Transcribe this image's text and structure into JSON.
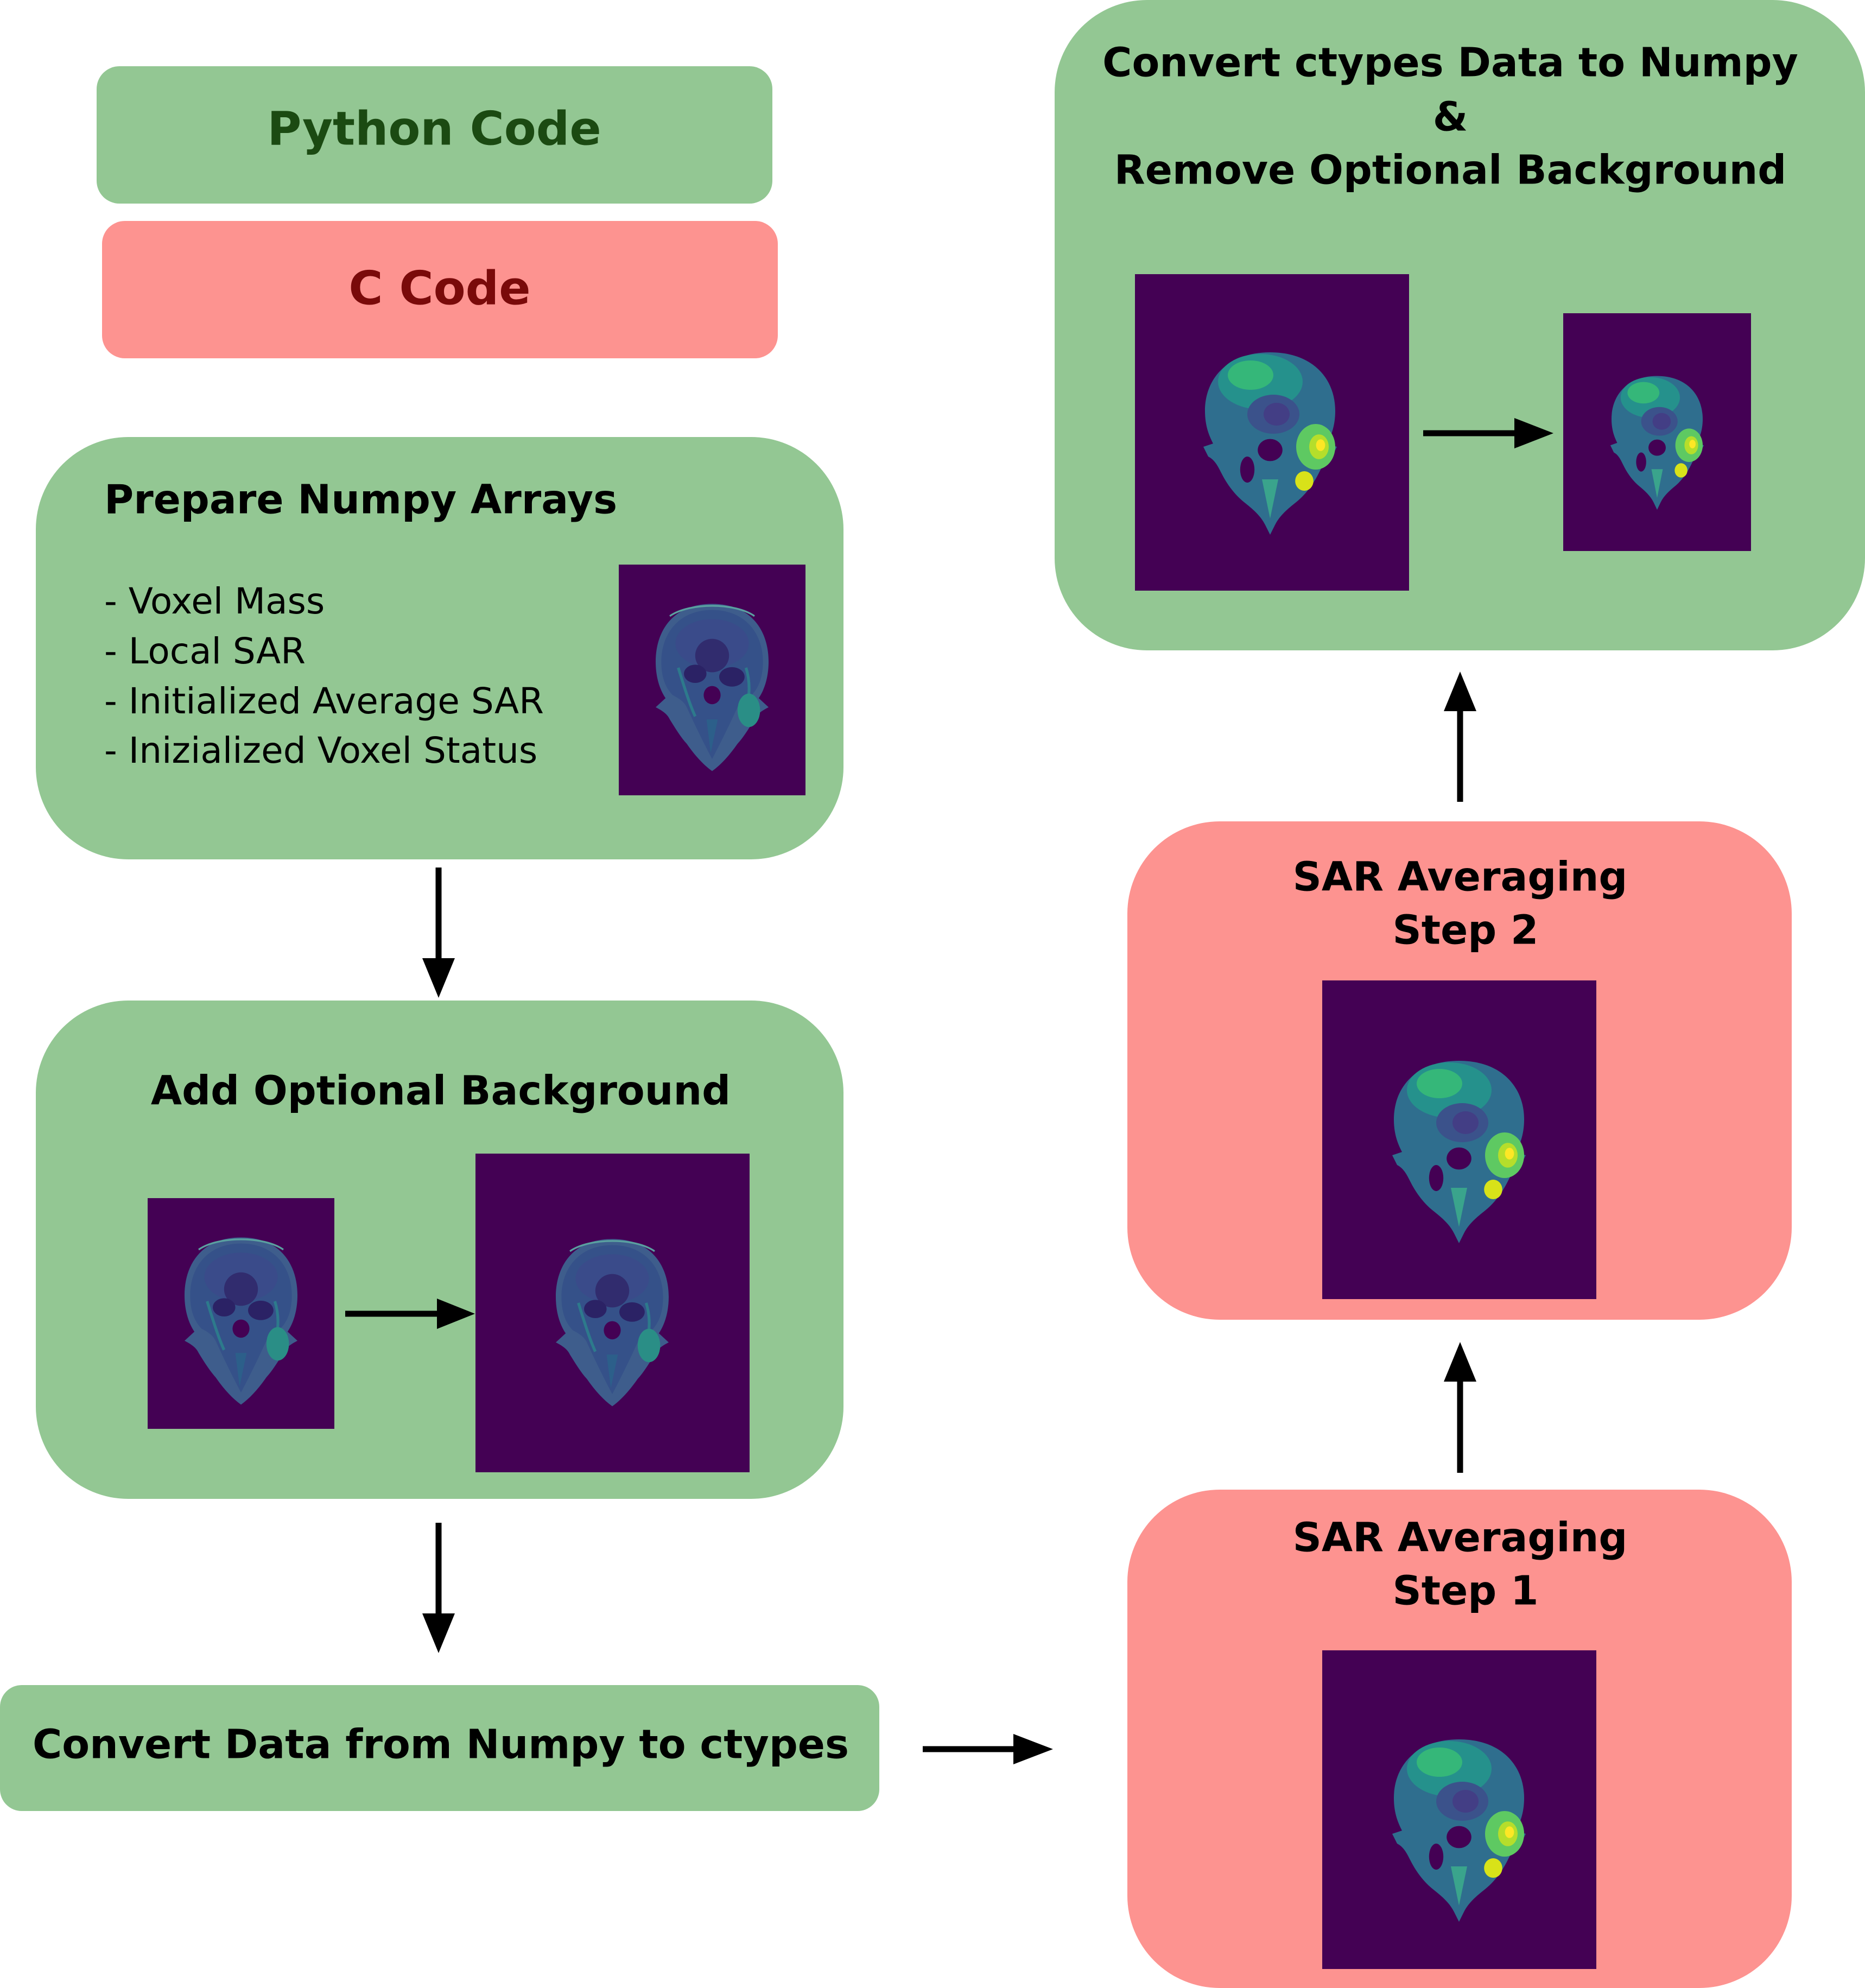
{
  "legend": {
    "python": {
      "label": "Python Code",
      "text_color": "#1b4a12"
    },
    "c": {
      "label": "C Code",
      "text_color": "#7a0a0a"
    }
  },
  "colors": {
    "python_box": "#93c793",
    "c_box": "#fd9390",
    "arrow": "#000000",
    "image_bg": "#440154"
  },
  "steps": {
    "prepare": {
      "title": "Prepare Numpy Arrays",
      "items": [
        "- Voxel Mass",
        "- Local SAR",
        "- Initialized Average SAR",
        "- Inizialized Voxel Status"
      ]
    },
    "background": {
      "title": "Add Optional Background"
    },
    "convert_to_ctypes": {
      "title": "Convert Data from Numpy to ctypes"
    },
    "sar_step1": {
      "title_line1": "SAR Averaging",
      "title_line2": "Step 1"
    },
    "sar_step2": {
      "title_line1": "SAR Averaging",
      "title_line2": "Step 2"
    },
    "convert_back": {
      "title_line1": "Convert ctypes Data to Numpy",
      "title_line2": "&",
      "title_line3": "Remove Optional Background"
    }
  }
}
